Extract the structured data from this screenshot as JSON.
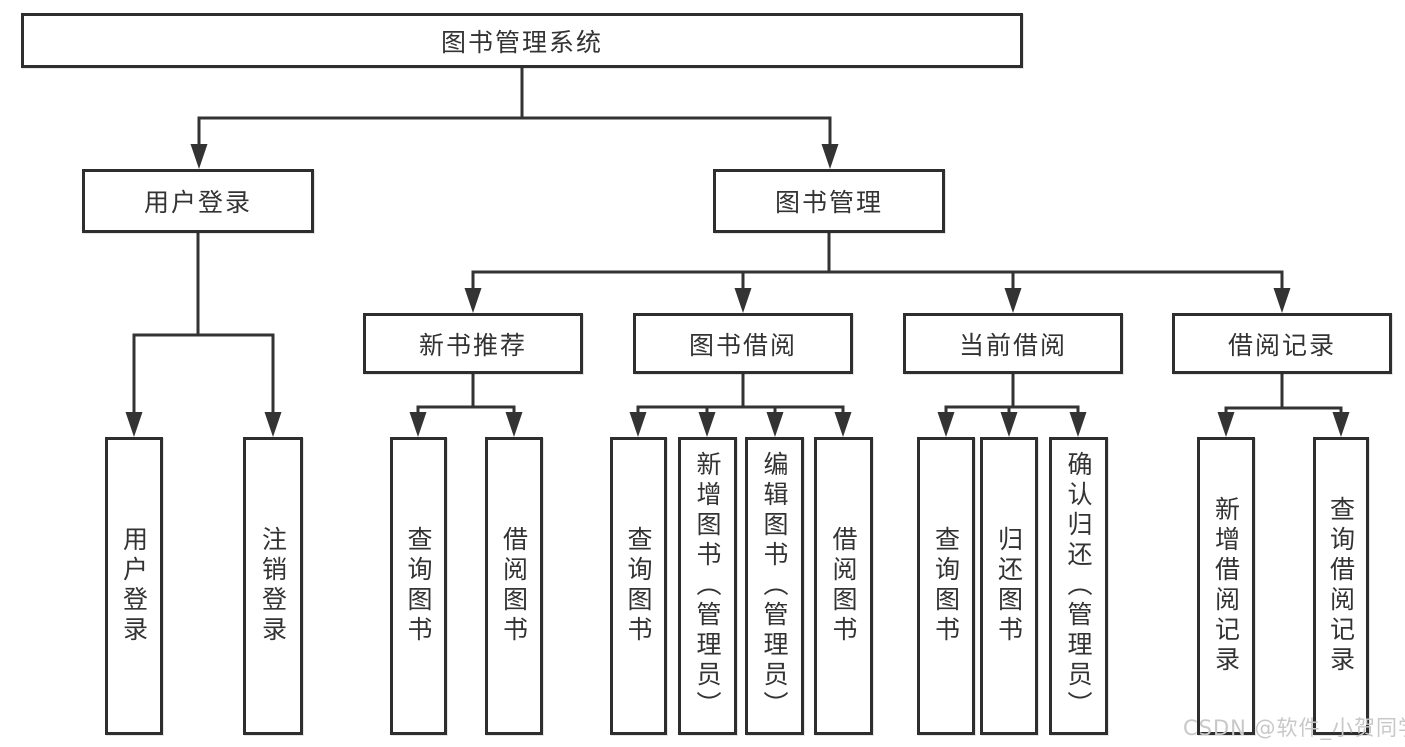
{
  "tree": {
    "label": "图书管理系统",
    "children": [
      {
        "label": "用户登录",
        "children": [
          {
            "label": "用户登录"
          },
          {
            "label": "注销登录"
          }
        ]
      },
      {
        "label": "图书管理",
        "children": [
          {
            "label": "新书推荐",
            "children": [
              {
                "label": "查询图书"
              },
              {
                "label": "借阅图书"
              }
            ]
          },
          {
            "label": "图书借阅",
            "children": [
              {
                "label": "查询图书"
              },
              {
                "label": "新增图书（管理员）"
              },
              {
                "label": "编辑图书（管理员）"
              },
              {
                "label": "借阅图书"
              }
            ]
          },
          {
            "label": "当前借阅",
            "children": [
              {
                "label": "查询图书"
              },
              {
                "label": "归还图书"
              },
              {
                "label": "确认归还（管理员）"
              }
            ]
          },
          {
            "label": "借阅记录",
            "children": [
              {
                "label": "新增借阅记录"
              },
              {
                "label": "查询借阅记录"
              }
            ]
          }
        ]
      }
    ]
  },
  "watermark": {
    "text": "CSDN @软件_小贺同学"
  },
  "colors": {
    "line": "#333333",
    "border": "#2e2e2e",
    "text": "#333333",
    "background": "#ffffff",
    "watermark": "#c8c8c8"
  }
}
